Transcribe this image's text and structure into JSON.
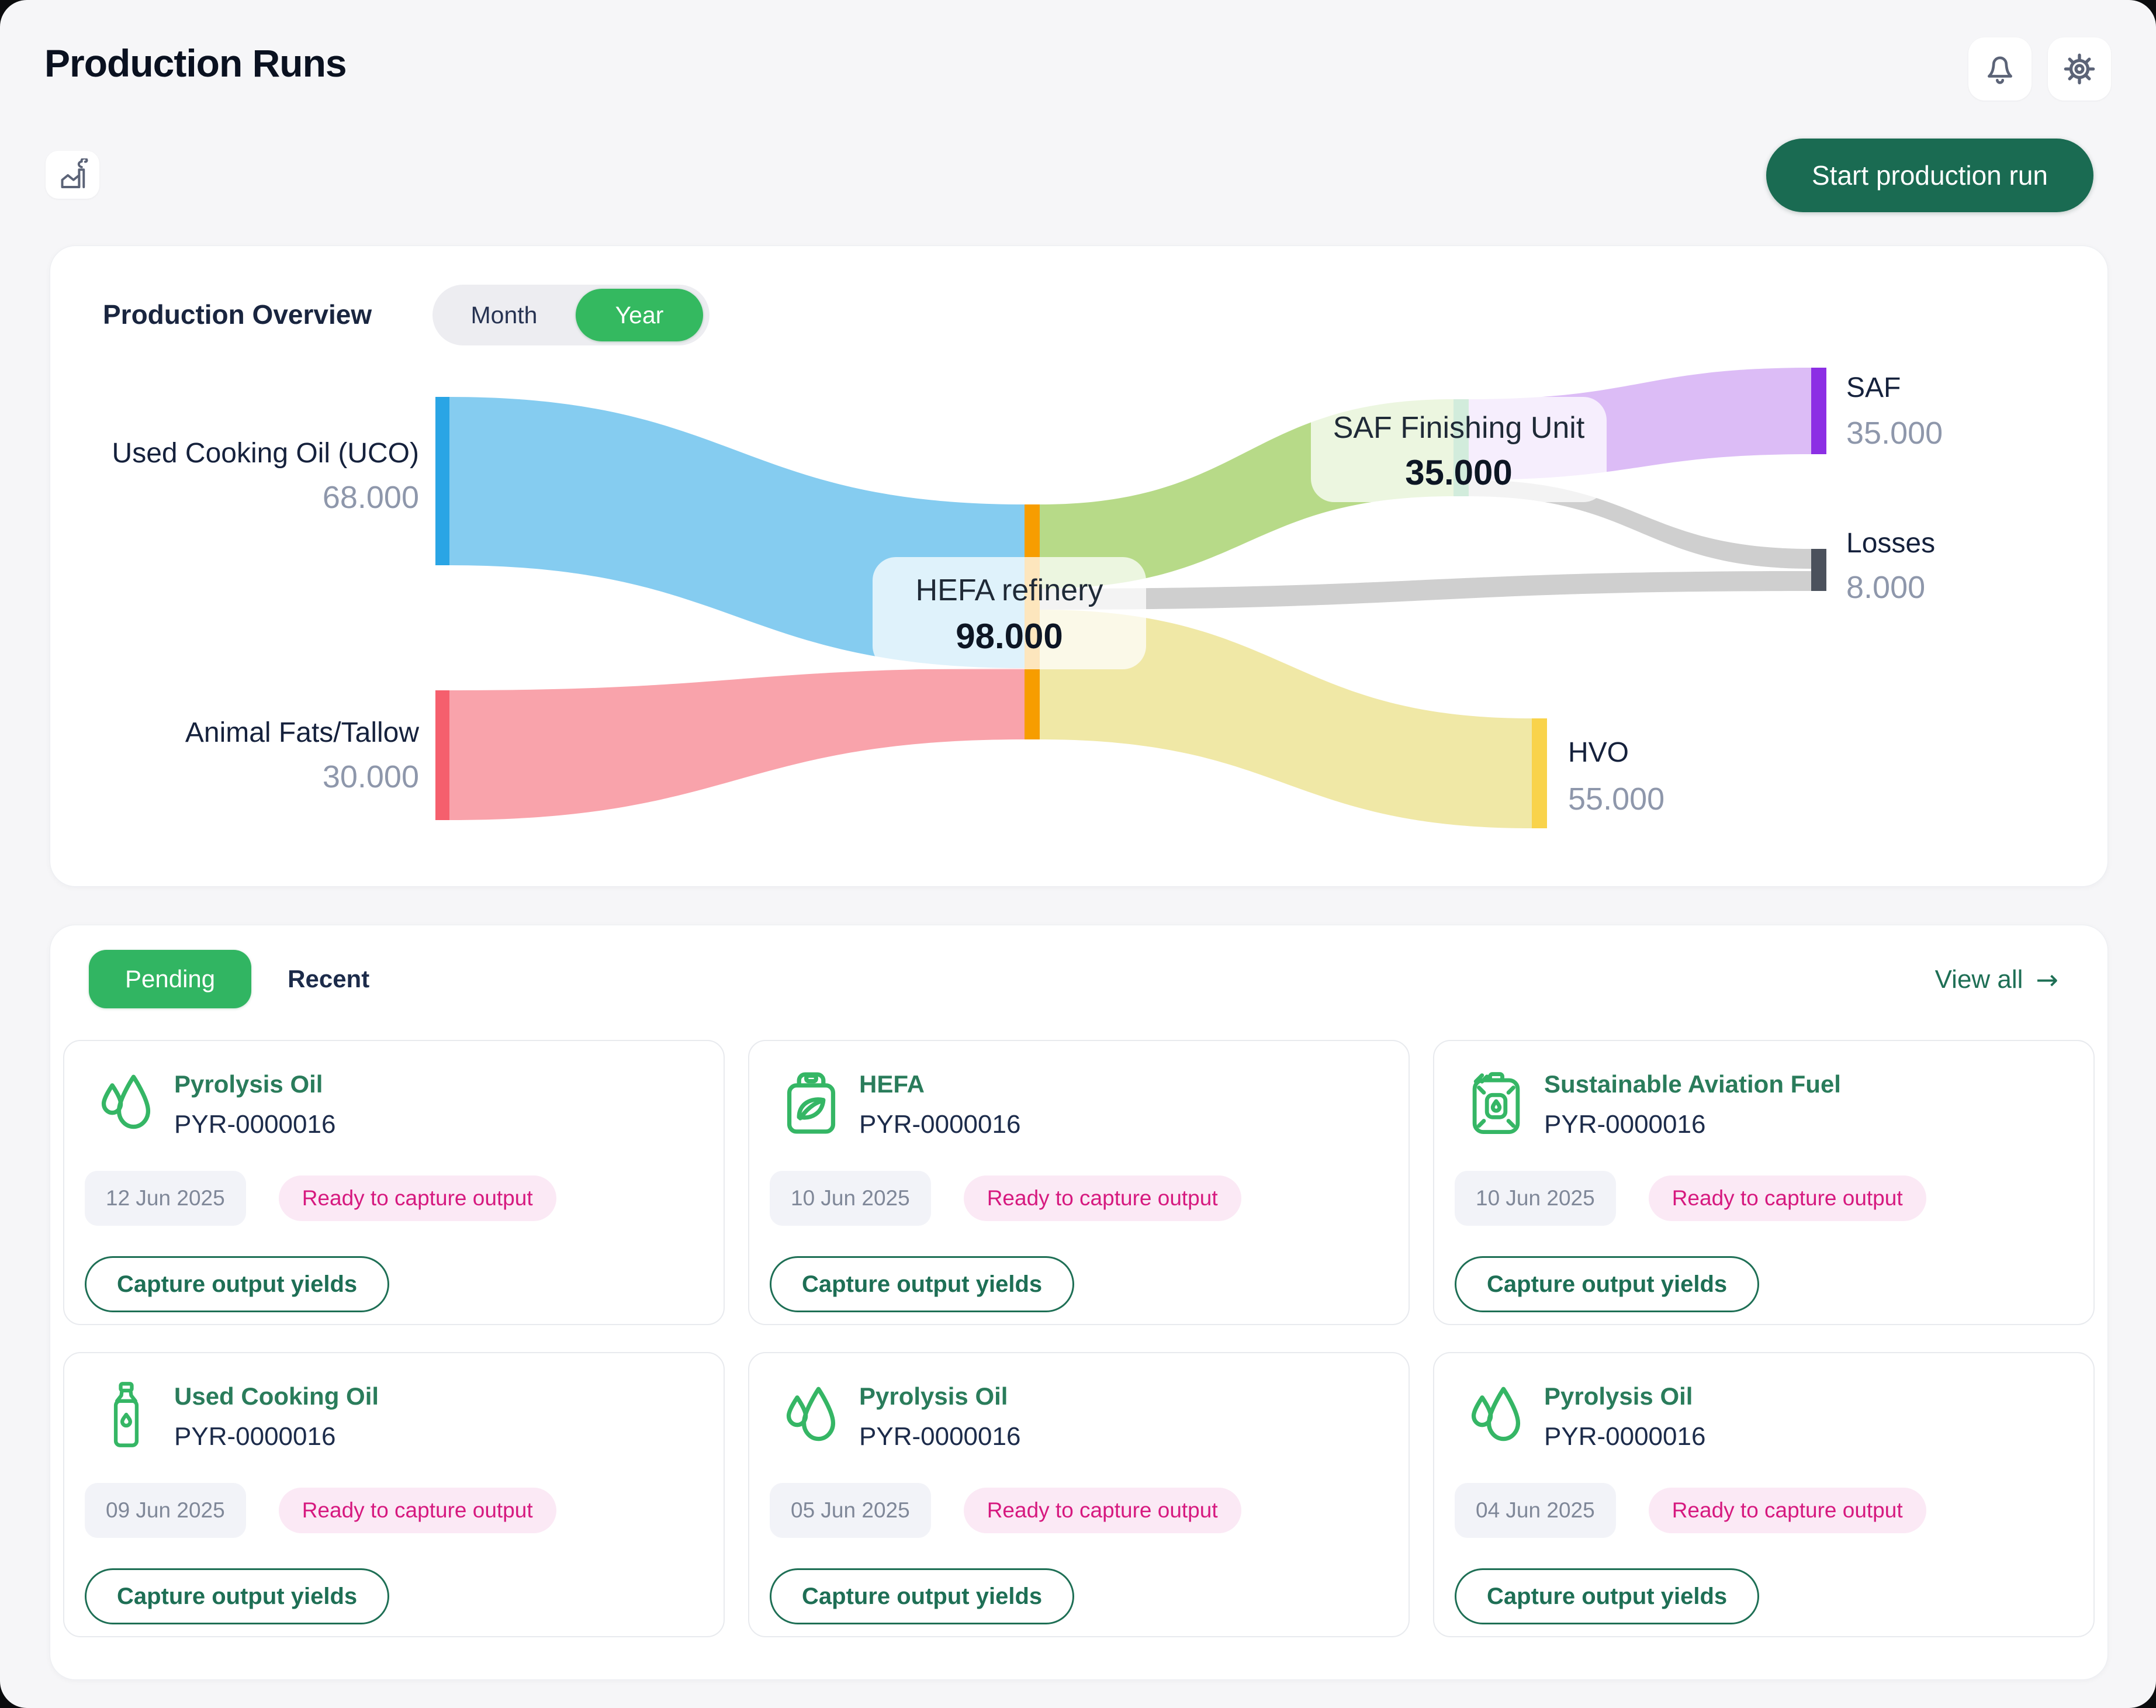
{
  "header": {
    "title": "Production Runs",
    "start_button": "Start production run"
  },
  "overview": {
    "title": "Production Overview",
    "toggle": {
      "month": "Month",
      "year": "Year"
    },
    "chart_data": {
      "type": "sankey",
      "title": "Production Overview",
      "period_toggle": {
        "options": [
          "Month",
          "Year"
        ],
        "selected": "Year"
      },
      "nodes": [
        {
          "name": "Used Cooking Oil (UCO)",
          "value_label": "68.000"
        },
        {
          "name": "Animal Fats/Tallow",
          "value_label": "30.000"
        },
        {
          "name": "HEFA refinery",
          "value_label": "98.000"
        },
        {
          "name": "SAF Finishing Unit",
          "value_label": "35.000"
        },
        {
          "name": "SAF",
          "value_label": "35.000"
        },
        {
          "name": "HVO",
          "value_label": "55.000"
        },
        {
          "name": "Losses",
          "value_label": "8.000"
        }
      ],
      "links": [
        {
          "source": "Used Cooking Oil (UCO)",
          "target": "HEFA refinery",
          "value": 68000
        },
        {
          "source": "Animal Fats/Tallow",
          "target": "HEFA refinery",
          "value": 30000
        },
        {
          "source": "HEFA refinery",
          "target": "SAF Finishing Unit",
          "value": 35000
        },
        {
          "source": "HEFA refinery",
          "target": "HVO",
          "value": 55000
        },
        {
          "source": "HEFA refinery",
          "target": "Losses",
          "value": null
        },
        {
          "source": "SAF Finishing Unit",
          "target": "SAF",
          "value": 35000
        },
        {
          "source": "SAF Finishing Unit",
          "target": "Losses",
          "value": null
        }
      ],
      "losses_total": 8000
    },
    "colors": {
      "uco_node": "#2aa5e5",
      "uco_flow": "#85ccf0",
      "fats_node": "#f55f6d",
      "fats_flow": "#f9a3ab",
      "hefa_node": "#f79d00",
      "saffu_node": "#54b478",
      "saffu_flow": "#b7da88",
      "saf_node": "#8c2fe4",
      "saf_flow": "#dcbcf6",
      "hvo_node": "#f9d34b",
      "hvo_flow": "#f0e8a6",
      "losses_node": "#4b515c",
      "losses_flow": "#cfcfcf"
    }
  },
  "runs": {
    "tabs": {
      "pending": "Pending",
      "recent": "Recent"
    },
    "view_all": "View all",
    "view_all_arrow": "→",
    "cards": [
      {
        "icon": "droplets",
        "title": "Pyrolysis Oil",
        "run_id": "PYR-0000016",
        "date": "12 Jun 2025",
        "status": "Ready to capture output",
        "action": "Capture output yields"
      },
      {
        "icon": "canister-leaf",
        "title": "HEFA",
        "run_id": "PYR-0000016",
        "date": "10 Jun 2025",
        "status": "Ready to capture output",
        "action": "Capture output yields"
      },
      {
        "icon": "jerrycan",
        "title": "Sustainable Aviation Fuel",
        "run_id": "PYR-0000016",
        "date": "10 Jun 2025",
        "status": "Ready to capture output",
        "action": "Capture output yields"
      },
      {
        "icon": "bottle",
        "title": "Used Cooking Oil",
        "run_id": "PYR-0000016",
        "date": "09 Jun 2025",
        "status": "Ready to capture output",
        "action": "Capture output yields"
      },
      {
        "icon": "droplets",
        "title": "Pyrolysis Oil",
        "run_id": "PYR-0000016",
        "date": "05 Jun 2025",
        "status": "Ready to capture output",
        "action": "Capture output yields"
      },
      {
        "icon": "droplets",
        "title": "Pyrolysis Oil",
        "run_id": "PYR-0000016",
        "date": "04 Jun 2025",
        "status": "Ready to capture output",
        "action": "Capture output yields"
      }
    ]
  }
}
